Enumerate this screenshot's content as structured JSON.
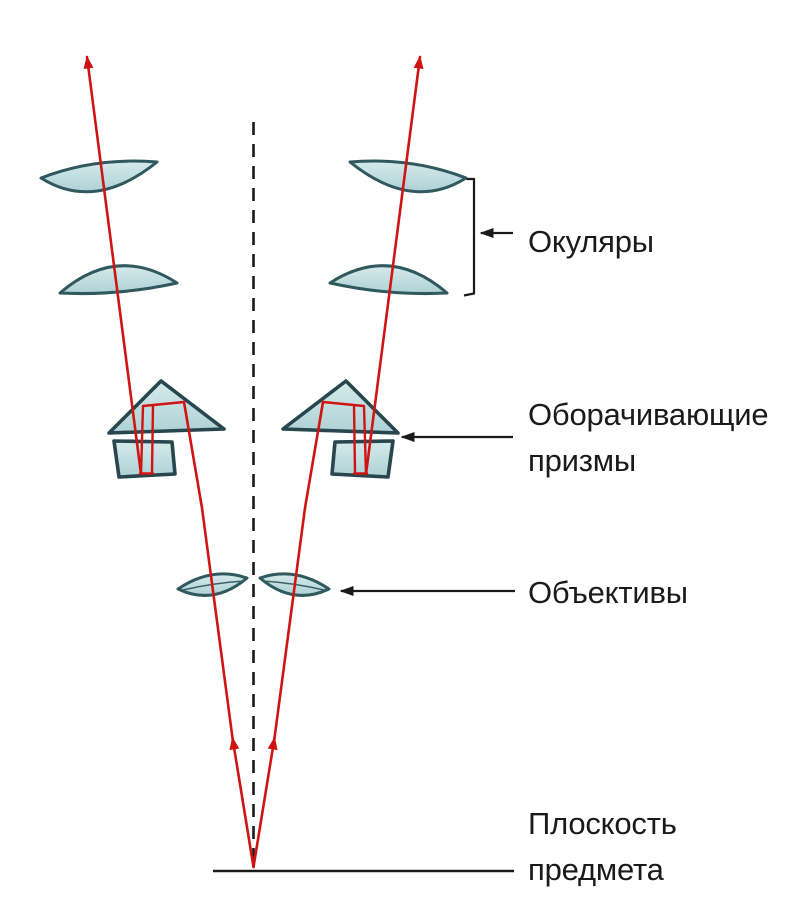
{
  "labels": {
    "eyepieces": "Окуляры",
    "prisms_line1": "Оборачивающие",
    "prisms_line2": "призмы",
    "objectives": "Объективы",
    "object_plane_line1": "Плоскость",
    "object_plane_line2": "предмета"
  },
  "theme": {
    "ray_color": "#cf1414",
    "glass_fill_top": "#d6e9ea",
    "glass_fill_bottom": "#aed2d5",
    "glass_edge": "#30585f",
    "ink": "#1a1a1a",
    "background": "#ffffff"
  }
}
